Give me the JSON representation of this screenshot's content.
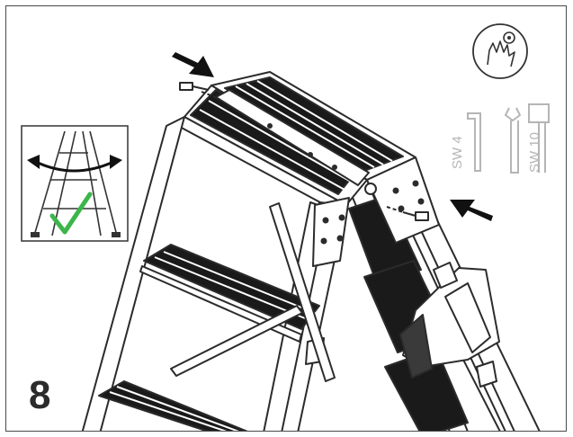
{
  "step": {
    "number": "8"
  },
  "tools": {
    "allen_key_label": "SW 4",
    "wrench_label": "SW 10",
    "icon": "hand-tighten-icon"
  },
  "inset": {
    "status": "ok",
    "icons": [
      "spread-arrows-icon",
      "checkmark-icon"
    ]
  },
  "callouts": [
    "arrow-bolt-left-icon",
    "arrow-bolt-right-icon"
  ],
  "colors": {
    "line": "#2b2b2b",
    "tool_gray": "#b5b5b5",
    "check_green": "#3cb54a",
    "tread": "#1a1a1a"
  }
}
